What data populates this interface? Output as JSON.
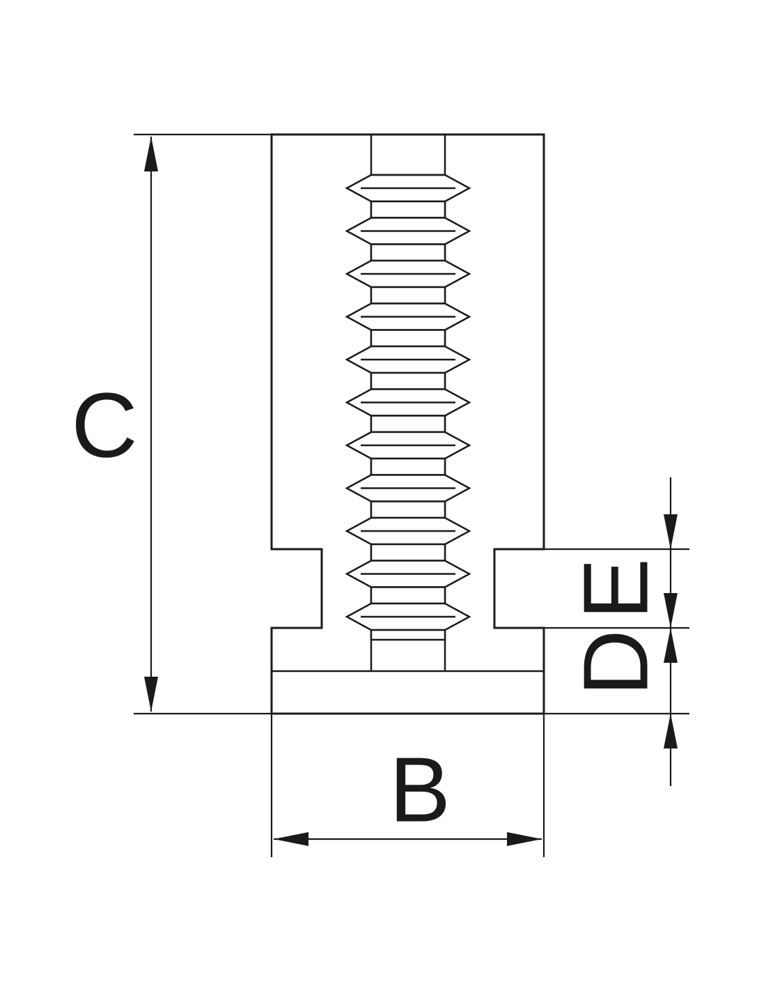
{
  "labels": {
    "B": "B",
    "C": "C",
    "D": "D",
    "E": "E"
  },
  "thread": {
    "teeth": 11
  },
  "colors": {
    "line": "#1a1a1a",
    "background": "#ffffff"
  }
}
